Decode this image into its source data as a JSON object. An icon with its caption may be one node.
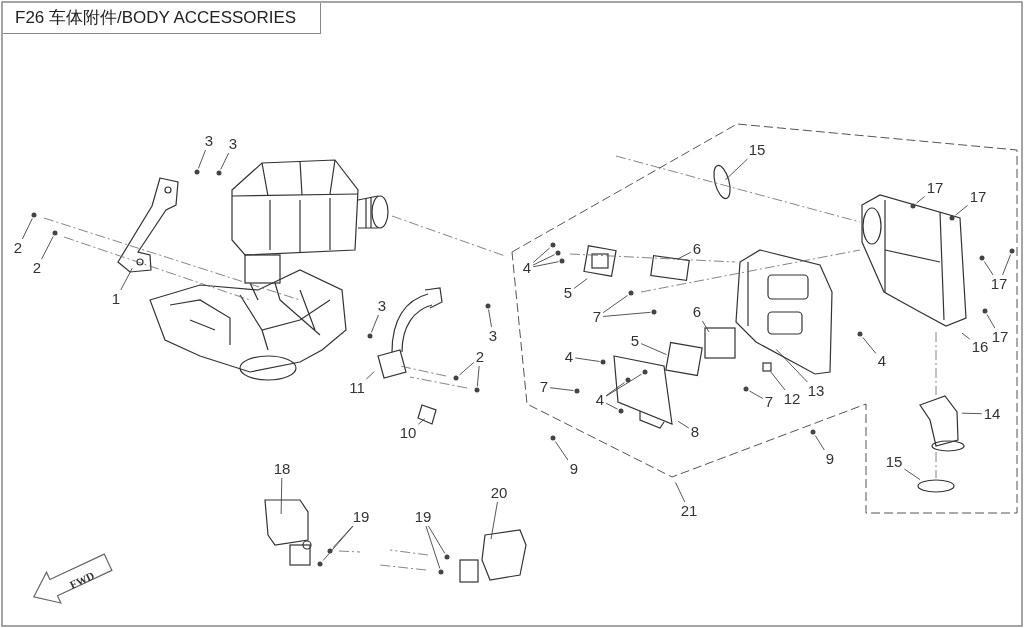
{
  "diagram": {
    "title": "F26 车体附件/BODY ACCESSORIES",
    "nodes": [
      {
        "text": [
          "3"
        ]
      },
      {
        "text": [
          "3"
        ]
      },
      {
        "text": [
          "2"
        ]
      },
      {
        "text": [
          "2"
        ]
      },
      {
        "text": [
          "1"
        ]
      },
      {
        "text": [
          "3"
        ]
      },
      {
        "text": [
          "3"
        ]
      },
      {
        "text": [
          "2"
        ]
      },
      {
        "text": [
          "11"
        ]
      },
      {
        "text": [
          "10"
        ]
      },
      {
        "text": [
          "15"
        ]
      },
      {
        "text": [
          "17"
        ]
      },
      {
        "text": [
          "17"
        ]
      },
      {
        "text": [
          "4"
        ]
      },
      {
        "text": [
          "5"
        ]
      },
      {
        "text": [
          "6"
        ]
      },
      {
        "text": [
          "7"
        ]
      },
      {
        "text": [
          "6"
        ]
      },
      {
        "text": [
          "17"
        ]
      },
      {
        "text": [
          "17"
        ]
      },
      {
        "text": [
          "4"
        ]
      },
      {
        "text": [
          "5"
        ]
      },
      {
        "text": [
          "16"
        ]
      },
      {
        "text": [
          "4"
        ]
      },
      {
        "text": [
          "7"
        ]
      },
      {
        "text": [
          "4"
        ]
      },
      {
        "text": [
          "7"
        ]
      },
      {
        "text": [
          "12"
        ]
      },
      {
        "text": [
          "13"
        ]
      },
      {
        "text": [
          "8"
        ]
      },
      {
        "text": [
          "14"
        ]
      },
      {
        "text": [
          "9"
        ]
      },
      {
        "text": [
          "9"
        ]
      },
      {
        "text": [
          "15"
        ]
      },
      {
        "text": [
          "21"
        ]
      },
      {
        "text": [
          "18"
        ]
      },
      {
        "text": [
          "19"
        ]
      },
      {
        "text": [
          "19"
        ]
      },
      {
        "text": [
          "20"
        ]
      },
      {
        "text": [],
        "shape": "circle"
      },
      {
        "text": [],
        "shape": "circle"
      },
      {
        "text": [],
        "shape": "circle"
      },
      {
        "text": [],
        "shape": "circle"
      },
      {
        "text": [],
        "shape": "circle"
      },
      {
        "text": [],
        "shape": "circle"
      },
      {
        "text": [],
        "shape": "circle"
      },
      {
        "text": [],
        "shape": "circle"
      },
      {
        "text": [],
        "shape": "circle"
      },
      {
        "text": [],
        "shape": "circle"
      },
      {
        "text": [],
        "shape": "circle"
      },
      {
        "text": [],
        "shape": "circle"
      },
      {
        "text": [],
        "shape": "circle"
      },
      {
        "text": [],
        "shape": "circle"
      },
      {
        "text": [],
        "shape": "circle"
      },
      {
        "text": [],
        "shape": "circle"
      },
      {
        "text": [],
        "shape": "circle"
      },
      {
        "text": [],
        "shape": "circle"
      },
      {
        "text": [],
        "shape": "circle"
      },
      {
        "text": [],
        "shape": "circle"
      },
      {
        "text": [],
        "shape": "circle"
      },
      {
        "text": [],
        "shape": "circle"
      },
      {
        "text": [],
        "shape": "circle"
      },
      {
        "text": [],
        "shape": "circle"
      },
      {
        "text": [],
        "shape": "circle"
      },
      {
        "text": [],
        "shape": "circle"
      },
      {
        "text": [],
        "shape": "circle"
      },
      {
        "text": [],
        "shape": "circle"
      },
      {
        "text": [],
        "shape": "circle"
      },
      {
        "text": [],
        "shape": "circle"
      },
      {
        "text": [],
        "shape": "circle"
      }
    ],
    "edges": [
      {
        "from": 0,
        "to": 39,
        "arrow": "none"
      },
      {
        "from": 1,
        "to": 40,
        "arrow": "none"
      },
      {
        "from": 2,
        "to": 41,
        "arrow": "none"
      },
      {
        "from": 3,
        "to": 42,
        "arrow": "none"
      },
      {
        "from": 4,
        "to": null,
        "arrow": "none"
      },
      {
        "from": 5,
        "to": 43,
        "arrow": "none"
      },
      {
        "from": 6,
        "to": 44,
        "arrow": "none"
      },
      {
        "from": 7,
        "to": 45,
        "arrow": "none"
      },
      {
        "from": 7,
        "to": 46,
        "arrow": "none"
      },
      {
        "from": 8,
        "to": null,
        "arrow": "none"
      },
      {
        "from": 9,
        "to": null,
        "arrow": "none"
      },
      {
        "from": 10,
        "to": null,
        "arrow": "none"
      },
      {
        "from": 11,
        "to": 47,
        "arrow": "none"
      },
      {
        "from": 12,
        "to": 48,
        "arrow": "none"
      },
      {
        "from": 13,
        "to": 49,
        "arrow": "none"
      },
      {
        "from": 13,
        "to": 50,
        "arrow": "none"
      },
      {
        "from": 13,
        "to": 51,
        "arrow": "none"
      },
      {
        "from": 14,
        "to": null,
        "arrow": "none"
      },
      {
        "from": 15,
        "to": null,
        "arrow": "none"
      },
      {
        "from": 16,
        "to": 52,
        "arrow": "none"
      },
      {
        "from": 16,
        "to": 53,
        "arrow": "none"
      },
      {
        "from": 17,
        "to": null,
        "arrow": "none"
      },
      {
        "from": 18,
        "to": 54,
        "arrow": "none"
      },
      {
        "from": 18,
        "to": 55,
        "arrow": "none"
      },
      {
        "from": 19,
        "to": 56,
        "arrow": "none"
      },
      {
        "from": 20,
        "to": 57,
        "arrow": "none"
      },
      {
        "from": 21,
        "to": null,
        "arrow": "none"
      },
      {
        "from": 22,
        "to": null,
        "arrow": "none"
      },
      {
        "from": 23,
        "to": 58,
        "arrow": "none"
      },
      {
        "from": 24,
        "to": 59,
        "arrow": "none"
      },
      {
        "from": 25,
        "to": 60,
        "arrow": "none"
      },
      {
        "from": 25,
        "to": 61,
        "arrow": "none"
      },
      {
        "from": 25,
        "to": 62,
        "arrow": "none"
      },
      {
        "from": 26,
        "to": 63,
        "arrow": "none"
      },
      {
        "from": 27,
        "to": null,
        "arrow": "none"
      },
      {
        "from": 28,
        "to": null,
        "arrow": "none"
      },
      {
        "from": 29,
        "to": null,
        "arrow": "none"
      },
      {
        "from": 30,
        "to": null,
        "arrow": "none"
      },
      {
        "from": 31,
        "to": 64,
        "arrow": "none"
      },
      {
        "from": 32,
        "to": 65,
        "arrow": "none"
      },
      {
        "from": 33,
        "to": null,
        "arrow": "none"
      },
      {
        "from": 34,
        "to": null,
        "arrow": "none"
      },
      {
        "from": 35,
        "to": null,
        "arrow": "none"
      },
      {
        "from": 36,
        "to": 66,
        "arrow": "none"
      },
      {
        "from": 36,
        "to": 67,
        "arrow": "none"
      },
      {
        "from": 37,
        "to": 68,
        "arrow": "none"
      },
      {
        "from": 37,
        "to": 69,
        "arrow": "none"
      },
      {
        "from": 38,
        "to": null,
        "arrow": "none"
      }
    ],
    "labels": [
      "FWD"
    ]
  }
}
